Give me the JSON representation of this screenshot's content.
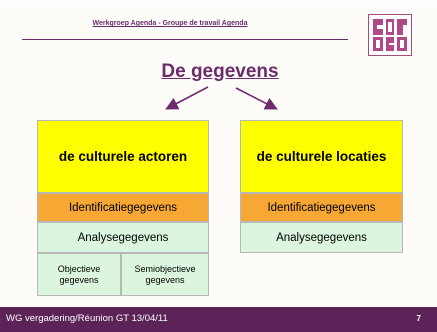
{
  "header": {
    "title": "Werkgroep Agenda - Groupe de travail Agenda"
  },
  "main_title": "De gegevens",
  "left_column": {
    "heading": "de culturele actoren",
    "identification": "Identificatiegegevens",
    "analysis": "Analysegegevens",
    "sub_left": [
      "Objectieve",
      "gegevens"
    ],
    "sub_right": [
      "Semiobjectieve",
      "gegevens"
    ]
  },
  "right_column": {
    "heading": "de culturele locaties",
    "identification": "Identificatiegegevens",
    "analysis": "Analysegegevens"
  },
  "footer": {
    "text": "WG vergadering/Réunion GT 13/04/11",
    "page": "7"
  },
  "colors": {
    "purple": "#6b2c6b",
    "footer_bg": "#5b2358",
    "yellow": "#ffff00",
    "orange": "#f7a734",
    "light_green": "#dcf5de"
  }
}
